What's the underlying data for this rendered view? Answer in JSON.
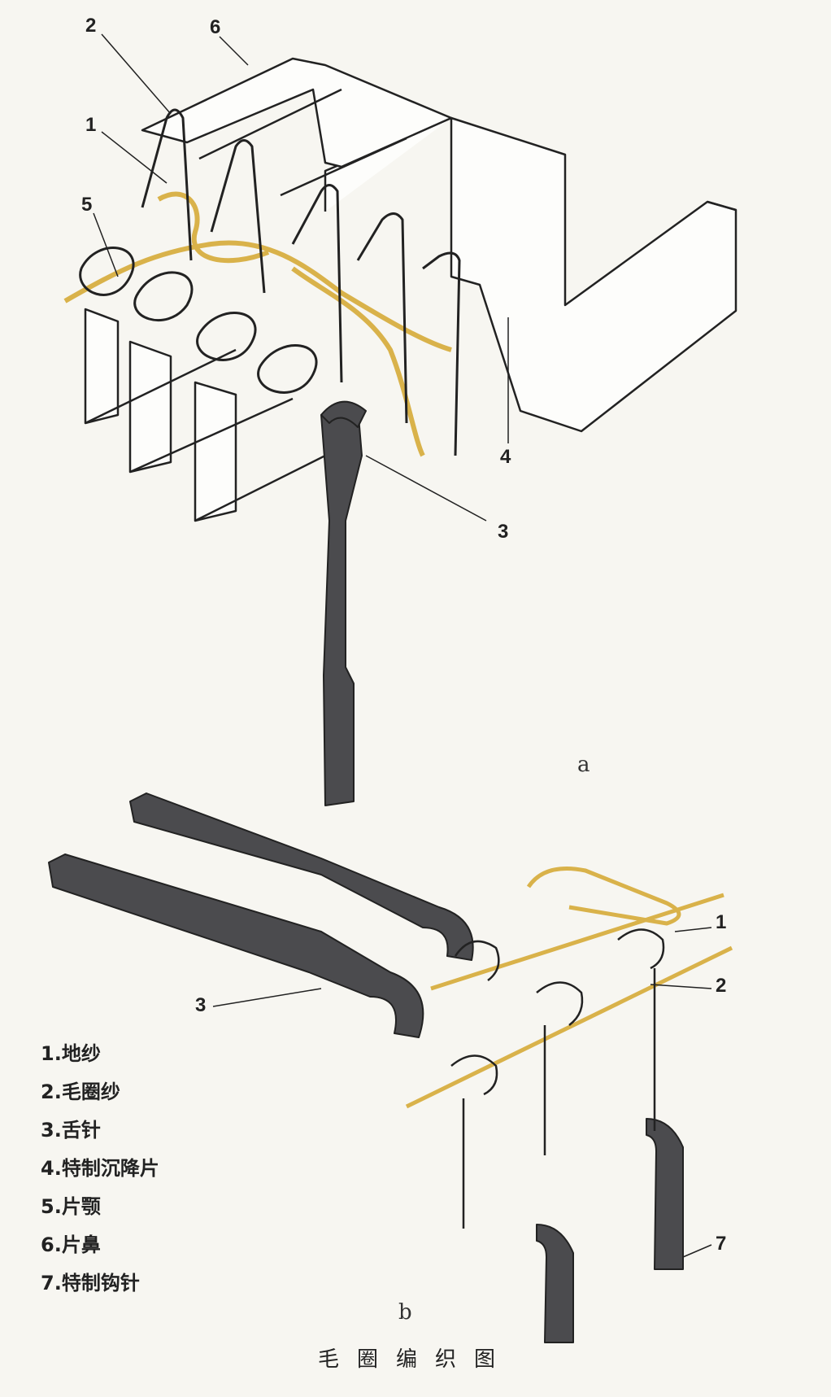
{
  "callouts_a": [
    "2",
    "6",
    "1",
    "5",
    "4",
    "3"
  ],
  "callouts_b": [
    "1",
    "2",
    "3",
    "7"
  ],
  "sub_a": "a",
  "sub_b": "b",
  "legend": [
    "1.地纱",
    "2.毛圈纱",
    "3.舌针",
    "4.特制沉降片",
    "5.片颚",
    "6.片鼻",
    "7.特制钩针"
  ],
  "caption": "毛圈编织图",
  "colors": {
    "background": "#f7f6f1",
    "ground_yarn": "#d9b24a",
    "needle": "#4b4b4e",
    "line": "#222222"
  }
}
